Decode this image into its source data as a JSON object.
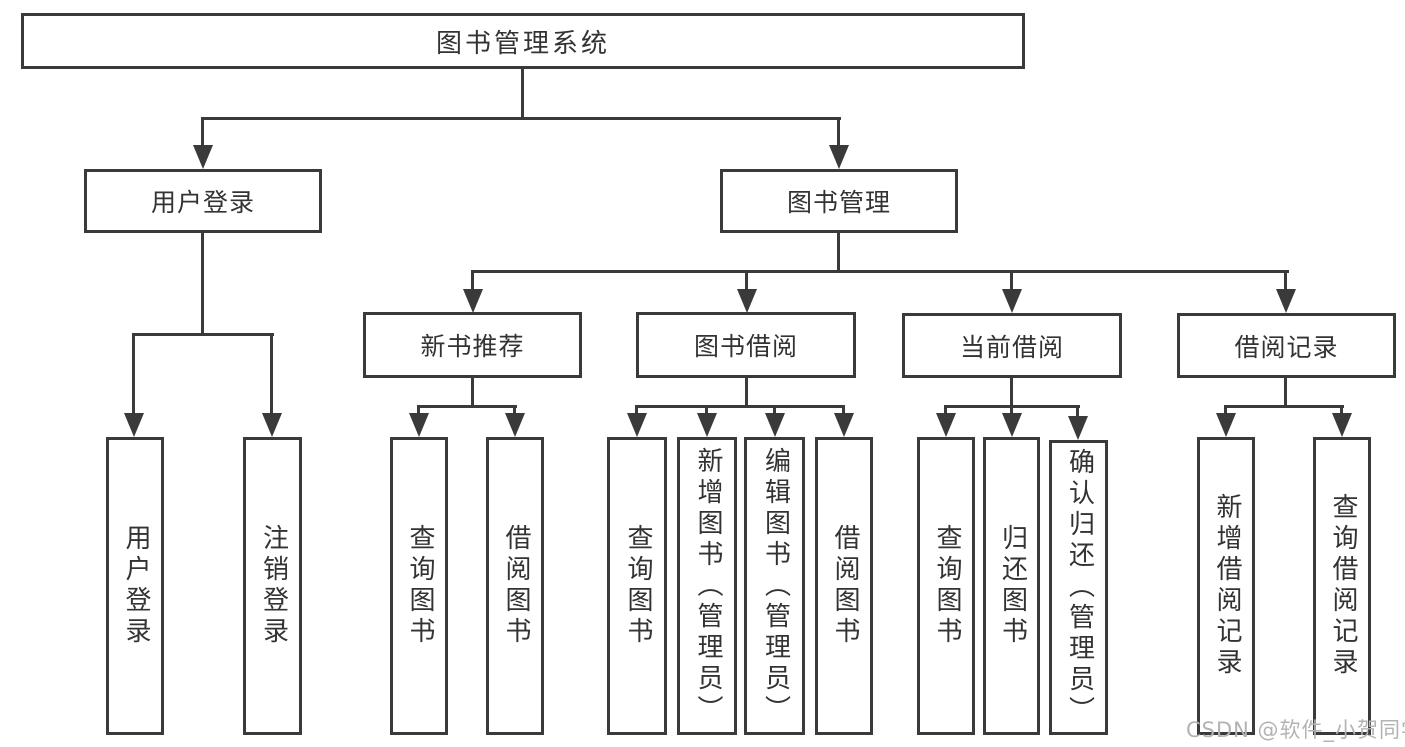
{
  "diagram": {
    "root": {
      "label": "图书管理系统"
    },
    "branches": {
      "user_login": {
        "label": "用户登录",
        "children": [
          {
            "label": "用户登录"
          },
          {
            "label": "注销登录"
          }
        ]
      },
      "book_management": {
        "label": "图书管理",
        "sections": {
          "new_books": {
            "label": "新书推荐",
            "children": [
              {
                "label": "查询图书"
              },
              {
                "label": "借阅图书"
              }
            ]
          },
          "book_borrowing": {
            "label": "图书借阅",
            "children": [
              {
                "label": "查询图书"
              },
              {
                "label": "新增图书（管理员）"
              },
              {
                "label": "编辑图书（管理员）"
              },
              {
                "label": "借阅图书"
              }
            ]
          },
          "current_borrowing": {
            "label": "当前借阅",
            "children": [
              {
                "label": "查询图书"
              },
              {
                "label": "归还图书"
              },
              {
                "label": "确认归还（管理员）"
              }
            ]
          },
          "borrow_records": {
            "label": "借阅记录",
            "children": [
              {
                "label": "新增借阅记录"
              },
              {
                "label": "查询借阅记录"
              }
            ]
          }
        }
      }
    }
  },
  "watermark": {
    "text": "CSDN @软件_小贺同学"
  },
  "colors": {
    "line": "#3a3a3a",
    "text": "#333333",
    "watermark": "#b3b3b3",
    "background": "#ffffff",
    "node_fill": "#ffffff"
  }
}
